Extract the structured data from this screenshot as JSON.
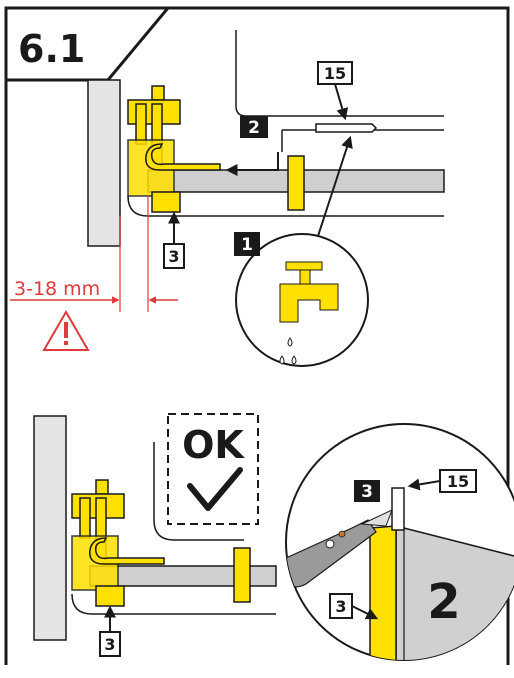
{
  "step": {
    "label": "6.1"
  },
  "labels": {
    "part_15": "15",
    "part_3": "3",
    "step_1": "1",
    "step_2": "2",
    "step_3": "3",
    "panel_2": "2",
    "measure": "3-18 mm",
    "ok": "OK"
  },
  "icons": {
    "warning": "warning-triangle-icon",
    "checkmark": "checkmark-icon",
    "tap": "water-tap-icon",
    "knife": "utility-knife-icon"
  },
  "colors": {
    "accent_yellow": "#FFE000",
    "warning_red": "#E03A3A",
    "ink": "#1a1a1a",
    "wall_gray": "#E4E4E6",
    "panel_gray": "#D0D0D0"
  }
}
